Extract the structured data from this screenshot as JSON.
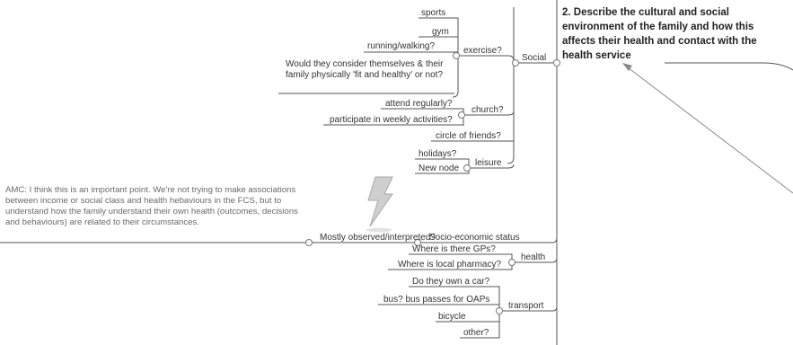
{
  "main_topic": "2. Describe the cultural and social environment of the family and how this affects their health and contact with the health service",
  "branches": {
    "social": "Social",
    "exercise": "exercise?",
    "sports": "sports",
    "gym": "gym",
    "running": "running/walking?",
    "fit_question": "Would they consider themselves & their family physically 'fit and healthy' or not?",
    "church": "church?",
    "attend": "attend regularly?",
    "participate": "participate in weekly activities?",
    "circle": "circle of friends?",
    "leisure": "leisure",
    "holidays": "holidays?",
    "new_node": "New node",
    "socio": "Socio-economic status",
    "observed": "Mostly observed/interpreted?",
    "health": "health",
    "gps": "Where is there GPs?",
    "pharmacy": "Where is local pharmacy?",
    "transport": "transport",
    "car": "Do they own a car?",
    "bus": "bus? bus passes for OAPs",
    "bicycle": "bicycle",
    "other": "other?"
  },
  "note": "AMC: I think this is an important point. We're not trying to make associations between income or social class and health hebaviours in the FCS, but to understand how the family understand their own health (outcomes, decisions and behaviours) are related to their circumstances.",
  "icons": {
    "flag": "lightning-icon"
  },
  "colors": {
    "line": "#555555",
    "text": "#333333",
    "note": "#6a6a6a",
    "bolt": "#c8c8c8"
  }
}
